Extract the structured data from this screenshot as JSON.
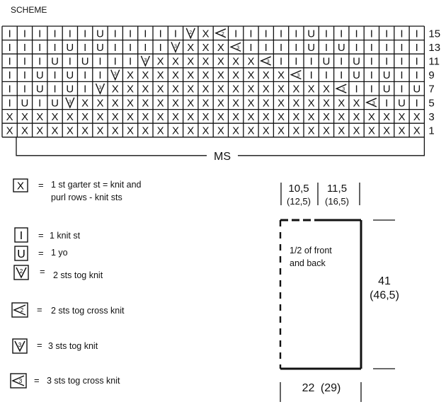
{
  "title": "SCHEME",
  "chart": {
    "row_numbers": [
      "15",
      "13",
      "11",
      "9",
      "7",
      "5",
      "3",
      "1"
    ],
    "rows": [
      "IIIIIIUIIIIIBXCIIIIIUIIIIIII",
      "IIIIUIUIIIIDXXXFIIIIUIUIIIII",
      "IIIUIUIIIDXXXXXXXFIIIUIUIIII",
      "IIUIUIIDXXXXXXXXXXXFIIIUIUII",
      "IIUIUIDXXXXXXXXXXXXXXXFIIUIU",
      "IUIUDXXXXXXXXXXXXXXXXXXXFIUI",
      "XXXXXXXXXXXXXXXXXXXXXXXXXXXX",
      "XXXXXXXXXXXXXXXXXXXXXXXXXXXX"
    ],
    "ms_label": "MS"
  },
  "legend": {
    "eq": "=",
    "garter_line1": "1 st garter st = knit and",
    "garter_line2": "purl rows - knit sts",
    "knit": "1 knit st",
    "yo": "1 yo",
    "tog2": "2 sts tog knit",
    "tog2_cross": "2 sts tog cross knit",
    "tog3": "3 sts tog knit",
    "tog3_cross": "3 sts tog cross knit",
    "sym_garter": "X",
    "sym_knit": "I",
    "sym_yo": "U"
  },
  "schematic": {
    "top_left": "10,5",
    "top_left_alt": "(12,5)",
    "top_right": "11,5",
    "top_right_alt": "(16,5)",
    "piece_line1": "1/2 of front",
    "piece_line2": "and back",
    "height": "41",
    "height_alt": "(46,5)",
    "width": "22",
    "width_alt": "(29)"
  }
}
